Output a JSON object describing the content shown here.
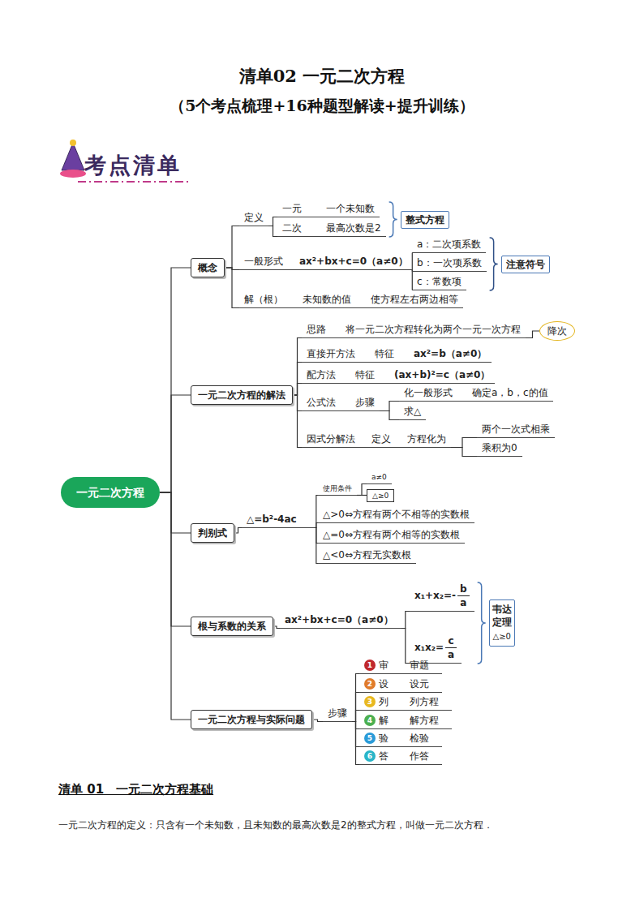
{
  "diagram": {
    "title": "清单02 一元二次方程",
    "nodes": [
      {
        "text": [
          "一元二次方程"
        ]
      },
      {
        "text": [
          "概念"
        ]
      },
      {
        "text": [
          "定义"
        ]
      },
      {
        "text": [
          "一元",
          "一个未知数"
        ]
      },
      {
        "text": [
          "二次",
          "最高次数是2"
        ]
      },
      {
        "text": [
          "整式方程"
        ]
      },
      {
        "text": [
          "一般形式",
          "ax²+bx+c=0（a≠0）"
        ]
      },
      {
        "text": [
          "a：二次项系数"
        ]
      },
      {
        "text": [
          "b：一次项系数"
        ]
      },
      {
        "text": [
          "c：常数项"
        ]
      },
      {
        "text": [
          "注意符号"
        ]
      },
      {
        "text": [
          "解（根）",
          "未知数的值",
          "使方程左右两边相等"
        ]
      },
      {
        "text": [
          "一元二次方程的解法"
        ]
      },
      {
        "text": [
          "思路",
          "将一元二次方程转化为两个一元一次方程"
        ]
      },
      {
        "text": [
          "降次"
        ]
      },
      {
        "text": [
          "直接开方法",
          "特征",
          "ax²=b（a≠0）"
        ]
      },
      {
        "text": [
          "配方法",
          "特征",
          "(ax+b)²=c（a≠0）"
        ]
      },
      {
        "text": [
          "公式法",
          "步骤"
        ]
      },
      {
        "text": [
          "化一般形式",
          "确定a，b，c的值"
        ]
      },
      {
        "text": [
          "求△"
        ]
      },
      {
        "text": [
          "因式分解法",
          "定义",
          "方程化为"
        ]
      },
      {
        "text": [
          "两个一次式相乘"
        ]
      },
      {
        "text": [
          "乘积为0"
        ]
      },
      {
        "text": [
          "判别式"
        ]
      },
      {
        "text": [
          "△=b²-4ac"
        ]
      },
      {
        "text": [
          "使用条件"
        ]
      },
      {
        "text": [
          "a≠0"
        ]
      },
      {
        "text": [
          "△≥0"
        ]
      },
      {
        "text": [
          "△>0⇔方程有两个不相等的实数根"
        ]
      },
      {
        "text": [
          "△=0⇔方程有两个相等的实数根"
        ]
      },
      {
        "text": [
          "△<0⇔方程无实数根"
        ]
      },
      {
        "text": [
          "根与系数的关系"
        ]
      },
      {
        "text": [
          "ax²+bx+c=0（a≠0）"
        ]
      },
      {
        "text": [
          "x₁+x₂=-",
          "b",
          "a"
        ]
      },
      {
        "text": [
          "x₁x₂=",
          "c",
          "a"
        ]
      },
      {
        "text": [
          "韦达定理",
          "△≥0"
        ]
      },
      {
        "text": [
          "一元二次方程与实际问题"
        ]
      },
      {
        "text": [
          "步骤"
        ]
      },
      {
        "text": [
          "1",
          "审",
          "审题"
        ]
      },
      {
        "text": [
          "2",
          "设",
          "设元"
        ]
      },
      {
        "text": [
          "3",
          "列",
          "列方程"
        ]
      },
      {
        "text": [
          "4",
          "解",
          "解方程"
        ]
      },
      {
        "text": [
          "5",
          "验",
          "检验"
        ]
      },
      {
        "text": [
          "6",
          "答",
          "作答"
        ]
      }
    ],
    "edges": [
      {
        "from": 0,
        "to": 1,
        "arrow": "none"
      },
      {
        "from": 0,
        "to": 12,
        "arrow": "none"
      },
      {
        "from": 0,
        "to": 23,
        "arrow": "none"
      },
      {
        "from": 0,
        "to": 31,
        "arrow": "none"
      },
      {
        "from": 0,
        "to": 36,
        "arrow": "none"
      },
      {
        "from": 1,
        "to": 2,
        "arrow": "none"
      },
      {
        "from": 1,
        "to": 6,
        "arrow": "none"
      },
      {
        "from": 1,
        "to": 11,
        "arrow": "none"
      },
      {
        "from": 2,
        "to": 3,
        "arrow": "none"
      },
      {
        "from": 2,
        "to": 4,
        "arrow": "none"
      },
      {
        "from": 6,
        "to": 7,
        "arrow": "none"
      },
      {
        "from": 6,
        "to": 8,
        "arrow": "none"
      },
      {
        "from": 6,
        "to": 9,
        "arrow": "none"
      },
      {
        "from": 12,
        "to": 13,
        "arrow": "none"
      },
      {
        "from": 12,
        "to": 15,
        "arrow": "none"
      },
      {
        "from": 12,
        "to": 16,
        "arrow": "none"
      },
      {
        "from": 12,
        "to": 17,
        "arrow": "none"
      },
      {
        "from": 12,
        "to": 20,
        "arrow": "none"
      },
      {
        "from": 13,
        "to": 14,
        "arrow": "none"
      },
      {
        "from": 17,
        "to": 18,
        "arrow": "none"
      },
      {
        "from": 17,
        "to": 19,
        "arrow": "none"
      },
      {
        "from": 20,
        "to": 21,
        "arrow": "none"
      },
      {
        "from": 20,
        "to": 22,
        "arrow": "none"
      },
      {
        "from": 23,
        "to": 24,
        "arrow": "none"
      },
      {
        "from": 24,
        "to": 25,
        "arrow": "none"
      },
      {
        "from": 24,
        "to": 28,
        "arrow": "none"
      },
      {
        "from": 24,
        "to": 29,
        "arrow": "none"
      },
      {
        "from": 24,
        "to": 30,
        "arrow": "none"
      },
      {
        "from": 25,
        "to": 26,
        "arrow": "none"
      },
      {
        "from": 25,
        "to": 27,
        "arrow": "none"
      },
      {
        "from": 31,
        "to": 32,
        "arrow": "none"
      },
      {
        "from": 32,
        "to": 33,
        "arrow": "none"
      },
      {
        "from": 32,
        "to": 34,
        "arrow": "none"
      },
      {
        "from": 36,
        "to": 37,
        "arrow": "none"
      },
      {
        "from": 37,
        "to": 38,
        "arrow": "none"
      },
      {
        "from": 37,
        "to": 39,
        "arrow": "none"
      },
      {
        "from": 37,
        "to": 40,
        "arrow": "none"
      },
      {
        "from": 37,
        "to": 41,
        "arrow": "none"
      },
      {
        "from": 37,
        "to": 42,
        "arrow": "none"
      },
      {
        "from": 37,
        "to": 43,
        "arrow": "none"
      }
    ],
    "labels": [
      "（5个考点梳理+16种题型解读+提升训练）",
      "考点清单",
      "清单 01　一元二次方程基础",
      "一元二次方程的定义：只含有一个未知数，且未知数的最高次数是2的整式方程，叫做一元二次方程．"
    ]
  }
}
